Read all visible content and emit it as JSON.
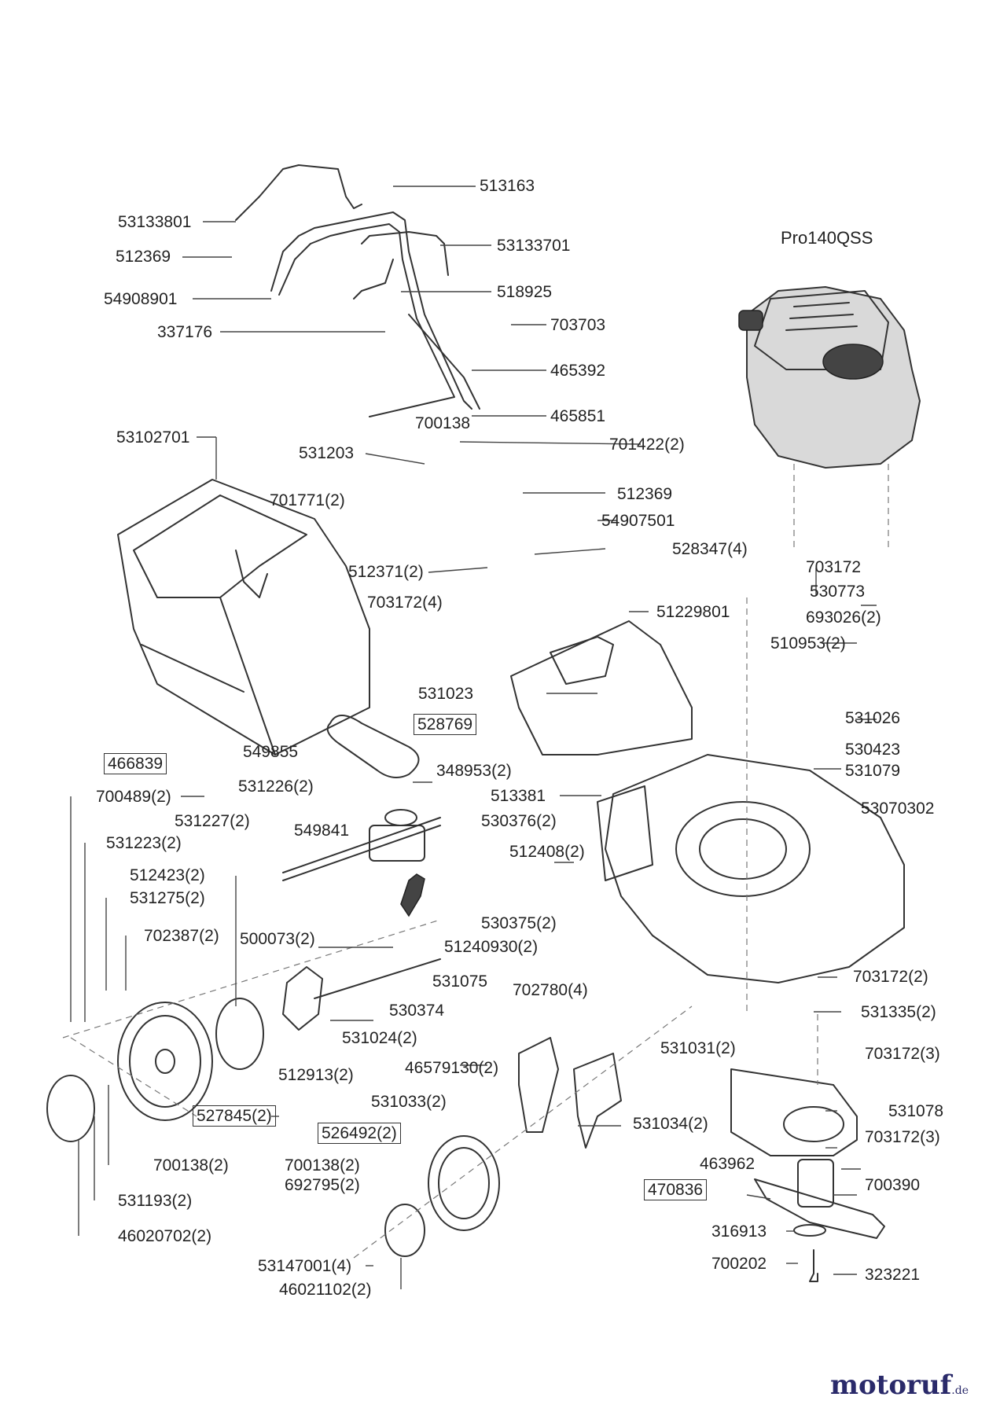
{
  "title": "Pro140QSS",
  "parts": [
    {
      "id": "53133801",
      "text": "53133801",
      "boxed": false
    },
    {
      "id": "512369a",
      "text": "512369",
      "boxed": false
    },
    {
      "id": "54908901",
      "text": "54908901",
      "boxed": false
    },
    {
      "id": "337176",
      "text": "337176",
      "boxed": false
    },
    {
      "id": "513163",
      "text": "513163",
      "boxed": false
    },
    {
      "id": "53133701",
      "text": "53133701",
      "boxed": false
    },
    {
      "id": "518925",
      "text": "518925",
      "boxed": false
    },
    {
      "id": "703703",
      "text": "703703",
      "boxed": false
    },
    {
      "id": "465392",
      "text": "465392",
      "boxed": false
    },
    {
      "id": "465851",
      "text": "465851",
      "boxed": false
    },
    {
      "id": "53102701",
      "text": "53102701",
      "boxed": false
    },
    {
      "id": "700138a",
      "text": "700138",
      "boxed": false
    },
    {
      "id": "531203",
      "text": "531203",
      "boxed": false
    },
    {
      "id": "701422",
      "text": "701422(2)",
      "boxed": false
    },
    {
      "id": "512369b",
      "text": "512369",
      "boxed": false
    },
    {
      "id": "701771",
      "text": "701771(2)",
      "boxed": false
    },
    {
      "id": "54907501",
      "text": "54907501",
      "boxed": false
    },
    {
      "id": "528347",
      "text": "528347(4)",
      "boxed": false
    },
    {
      "id": "512371",
      "text": "512371(2)",
      "boxed": false
    },
    {
      "id": "703172_4",
      "text": "703172(4)",
      "boxed": false
    },
    {
      "id": "51229801",
      "text": "51229801",
      "boxed": false
    },
    {
      "id": "531023",
      "text": "531023",
      "boxed": false
    },
    {
      "id": "528769",
      "text": "528769",
      "boxed": true
    },
    {
      "id": "466839",
      "text": "466839",
      "boxed": true
    },
    {
      "id": "549855",
      "text": "549855",
      "boxed": false
    },
    {
      "id": "348953",
      "text": "348953(2)",
      "boxed": false
    },
    {
      "id": "703172a",
      "text": "703172",
      "boxed": false
    },
    {
      "id": "530773",
      "text": "530773",
      "boxed": false
    },
    {
      "id": "693026",
      "text": "693026(2)",
      "boxed": false
    },
    {
      "id": "510953",
      "text": "510953(2)",
      "boxed": false
    },
    {
      "id": "531026",
      "text": "531026",
      "boxed": false
    },
    {
      "id": "530423",
      "text": "530423",
      "boxed": false
    },
    {
      "id": "531079",
      "text": "531079",
      "boxed": false
    },
    {
      "id": "700489",
      "text": "700489(2)",
      "boxed": false
    },
    {
      "id": "531226",
      "text": "531226(2)",
      "boxed": false
    },
    {
      "id": "531227",
      "text": "531227(2)",
      "boxed": false
    },
    {
      "id": "549841",
      "text": "549841",
      "boxed": false
    },
    {
      "id": "513381",
      "text": "513381",
      "boxed": false
    },
    {
      "id": "53070302",
      "text": "53070302",
      "boxed": false
    },
    {
      "id": "531223",
      "text": "531223(2)",
      "boxed": false
    },
    {
      "id": "530376",
      "text": "530376(2)",
      "boxed": false
    },
    {
      "id": "512408",
      "text": "512408(2)",
      "boxed": false
    },
    {
      "id": "512423",
      "text": "512423(2)",
      "boxed": false
    },
    {
      "id": "531275",
      "text": "531275(2)",
      "boxed": false
    },
    {
      "id": "530375",
      "text": "530375(2)",
      "boxed": false
    },
    {
      "id": "702387",
      "text": "702387(2)",
      "boxed": false
    },
    {
      "id": "500073",
      "text": "500073(2)",
      "boxed": false
    },
    {
      "id": "51240930",
      "text": "51240930(2)",
      "boxed": false
    },
    {
      "id": "531075",
      "text": "531075",
      "boxed": false
    },
    {
      "id": "702780",
      "text": "702780(4)",
      "boxed": false
    },
    {
      "id": "703172_2",
      "text": "703172(2)",
      "boxed": false
    },
    {
      "id": "530374",
      "text": "530374",
      "boxed": false
    },
    {
      "id": "531335",
      "text": "531335(2)",
      "boxed": false
    },
    {
      "id": "531024",
      "text": "531024(2)",
      "boxed": false
    },
    {
      "id": "531031",
      "text": "531031(2)",
      "boxed": false
    },
    {
      "id": "703172_3a",
      "text": "703172(3)",
      "boxed": false
    },
    {
      "id": "512913",
      "text": "512913(2)",
      "boxed": false
    },
    {
      "id": "46579130",
      "text": "46579130(2)",
      "boxed": false
    },
    {
      "id": "531078",
      "text": "531078",
      "boxed": false
    },
    {
      "id": "527845",
      "text": "527845(2)",
      "boxed": true
    },
    {
      "id": "531033",
      "text": "531033(2)",
      "boxed": false
    },
    {
      "id": "531034",
      "text": "531034(2)",
      "boxed": false
    },
    {
      "id": "703172_3b",
      "text": "703172(3)",
      "boxed": false
    },
    {
      "id": "526492",
      "text": "526492(2)",
      "boxed": true
    },
    {
      "id": "463962",
      "text": "463962",
      "boxed": false
    },
    {
      "id": "700138b",
      "text": "700138(2)",
      "boxed": false
    },
    {
      "id": "700138c",
      "text": "700138(2)",
      "boxed": false
    },
    {
      "id": "470836",
      "text": "470836",
      "boxed": true
    },
    {
      "id": "700390",
      "text": "700390",
      "boxed": false
    },
    {
      "id": "692795",
      "text": "692795(2)",
      "boxed": false
    },
    {
      "id": "531193",
      "text": "531193(2)",
      "boxed": false
    },
    {
      "id": "316913",
      "text": "316913",
      "boxed": false
    },
    {
      "id": "46020702",
      "text": "46020702(2)",
      "boxed": false
    },
    {
      "id": "700202",
      "text": "700202",
      "boxed": false
    },
    {
      "id": "323221",
      "text": "323221",
      "boxed": false
    },
    {
      "id": "53147001",
      "text": "53147001(4)",
      "boxed": false
    },
    {
      "id": "46021102",
      "text": "46021102(2)",
      "boxed": false
    }
  ],
  "watermark": {
    "brand_a": "motoruf",
    "brand_b": "·",
    "tld": ".de"
  }
}
